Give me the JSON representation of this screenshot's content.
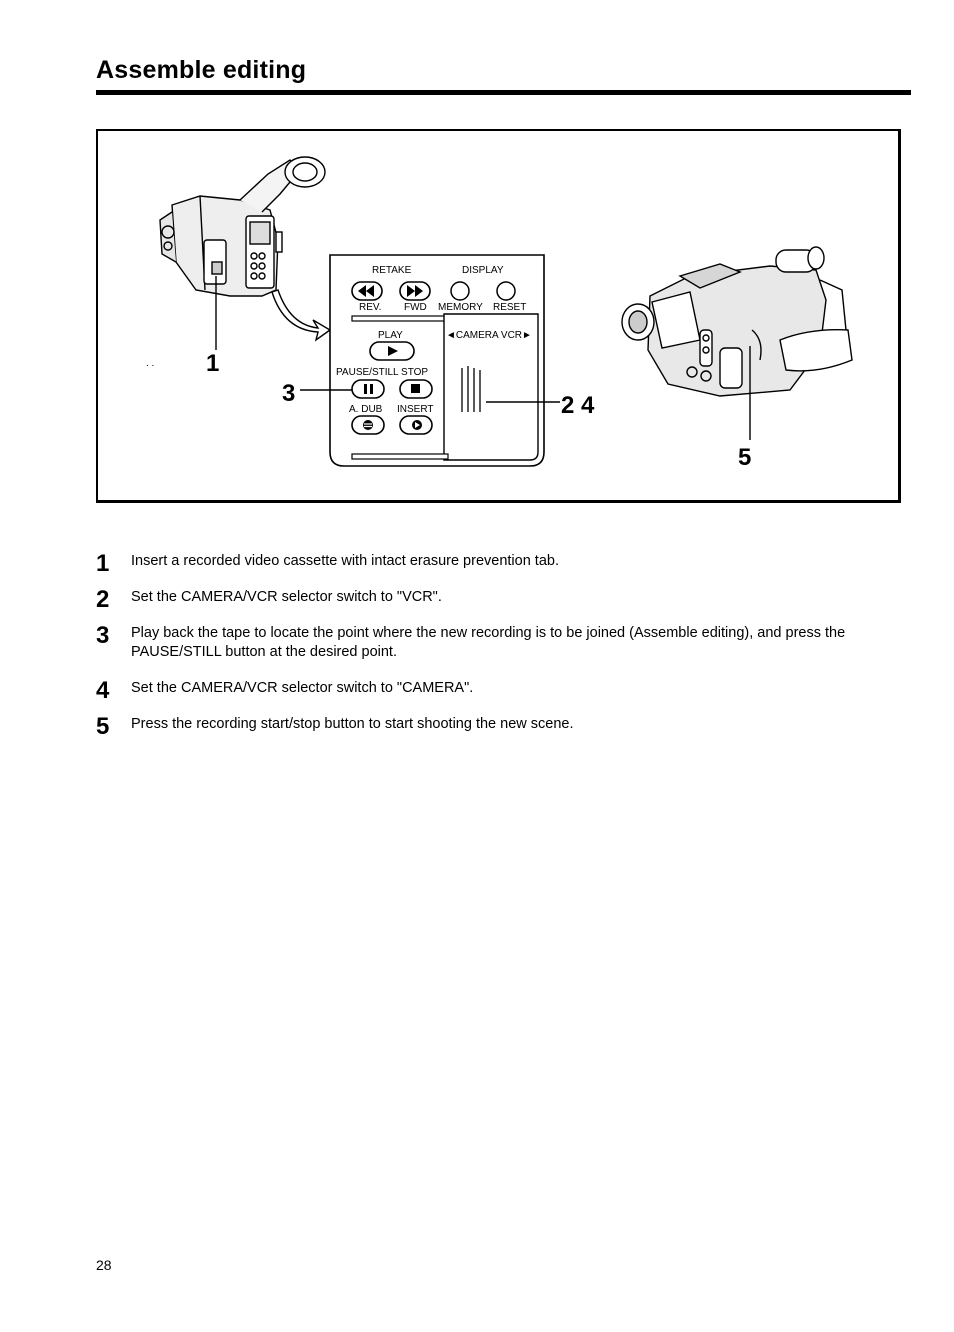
{
  "page": {
    "title": "Assemble editing",
    "page_number": "28"
  },
  "figure": {
    "panel_labels": {
      "retake": "RETAKE",
      "display": "DISPLAY",
      "rev": "REV.",
      "fwd": "FWD",
      "memory": "MEMORY",
      "reset": "RESET",
      "play": "PLAY",
      "camera_vcr": "◄CAMERA VCR►",
      "pause_still_stop": "PAUSE/STILL STOP",
      "a_dub": "A. DUB",
      "insert": "INSERT"
    },
    "callouts": {
      "c1": "1",
      "c3": "3",
      "c24": "2 4",
      "c5": "5"
    }
  },
  "steps": [
    {
      "number": "1",
      "text": "Insert a recorded video cassette with intact erasure prevention tab."
    },
    {
      "number": "2",
      "text": "Set the CAMERA/VCR selector switch to \"VCR\"."
    },
    {
      "number": "3",
      "text": "Play back the tape to locate the point where the new recording is to be joined (Assemble editing), and press the PAUSE/STILL button at the desired point."
    },
    {
      "number": "4",
      "text": "Set the CAMERA/VCR selector switch to \"CAMERA\"."
    },
    {
      "number": "5",
      "text": "Press the recording start/stop button to start shooting the new scene."
    }
  ]
}
